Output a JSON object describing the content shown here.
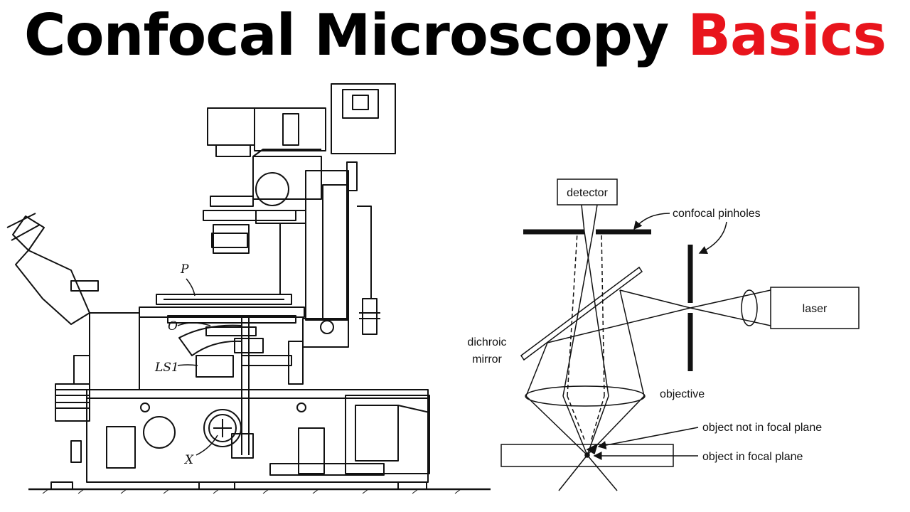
{
  "title": {
    "main": "Confocal Microscopy",
    "accent": "Basics",
    "accent_color": "#e8141c"
  },
  "microscope_sketch": {
    "handwritten_labels": [
      "P",
      "O",
      "LS1",
      "X"
    ]
  },
  "diagram": {
    "labels": {
      "detector": "detector",
      "pinholes": "confocal pinholes",
      "laser": "laser",
      "dichroic_line1": "dichroic",
      "dichroic_line2": "mirror",
      "objective": "objective",
      "not_focal": "object not in focal plane",
      "in_focal": "object in focal plane"
    }
  }
}
